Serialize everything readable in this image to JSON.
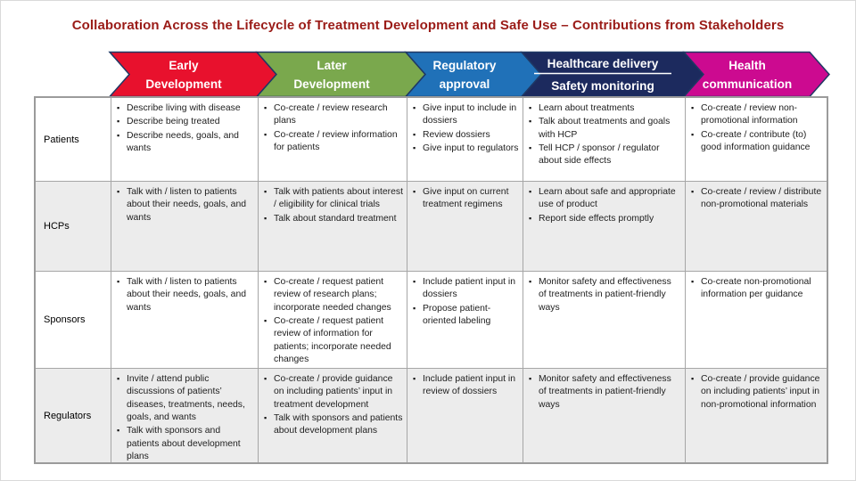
{
  "title": "Collaboration Across the Lifecycle of Treatment Development and Safe Use – Contributions from Stakeholders",
  "palette": {
    "title_text": "#9A1B17",
    "chevron_outline": "#1F3864",
    "stage_text": "#FFFFFF",
    "grid_line": "#A6A6A6",
    "outer_border": "#9B9B9B",
    "alt_row_bg": "#ECECEC",
    "body_text": "#212121"
  },
  "stages": [
    {
      "lines": [
        "Early",
        "Development"
      ],
      "color": "#E8112D"
    },
    {
      "lines": [
        "Later",
        "Development"
      ],
      "color": "#7AA84D"
    },
    {
      "lines": [
        "Regulatory",
        "approval"
      ],
      "color": "#2071B8"
    },
    {
      "lines": [
        "Healthcare delivery",
        "Safety monitoring"
      ],
      "color": "#1C2A5E",
      "divider": true
    },
    {
      "lines": [
        "Health",
        "communication"
      ],
      "color": "#CC0A90"
    }
  ],
  "table": {
    "rows": [
      {
        "label": "Patients",
        "cells": [
          {
            "items": [
              "Describe living with disease",
              "Describe being treated",
              "Describe needs, goals, and wants"
            ]
          },
          {
            "items": [
              "Co-create / review research plans",
              "Co-create / review information for patients"
            ]
          },
          {
            "items": [
              "Give input to include in dossiers",
              "Review dossiers",
              "Give input to regulators"
            ]
          },
          {
            "items": [
              "Learn about treatments",
              "Talk about treatments and goals with HCP",
              "Tell HCP / sponsor / regulator about side effects"
            ]
          },
          {
            "items": [
              "Co-create / review non-promotional information",
              "Co-create / contribute (to) good information guidance"
            ]
          }
        ]
      },
      {
        "label": "HCPs",
        "cells": [
          {
            "items": [
              "Talk with / listen to patients about their needs, goals, and wants"
            ]
          },
          {
            "items": [
              "Talk with patients about interest / eligibility for clinical trials",
              "Talk about standard treatment"
            ]
          },
          {
            "items": [
              "Give input on current treatment regimens"
            ]
          },
          {
            "items": [
              "Learn about safe and appropriate use of product",
              "Report side effects promptly"
            ]
          },
          {
            "items": [
              "Co-create / review / distribute non-promotional materials"
            ]
          }
        ]
      },
      {
        "label": "Sponsors",
        "cells": [
          {
            "items": [
              "Talk with / listen to patients about their needs, goals, and wants"
            ]
          },
          {
            "items": [
              "Co-create / request patient review of research plans; incorporate needed changes",
              "Co-create / request patient review of information for patients; incorporate needed changes"
            ]
          },
          {
            "items": [
              "Include patient input in dossiers",
              "Propose patient-oriented labeling"
            ]
          },
          {
            "items": [
              "Monitor safety and effectiveness of treatments in patient-friendly ways"
            ]
          },
          {
            "items": [
              "Co-create non-promotional information per guidance"
            ]
          }
        ]
      },
      {
        "label": "Regulators",
        "cells": [
          {
            "items": [
              "Invite / attend public discussions of patients’ diseases, treatments, needs, goals, and wants",
              "Talk with sponsors and patients about development plans"
            ]
          },
          {
            "items": [
              "Co-create / provide guidance on including patients’ input in treatment development",
              "Talk with sponsors and patients about development plans"
            ]
          },
          {
            "items": [
              "Include patient input in review of dossiers"
            ]
          },
          {
            "items": [
              "Monitor safety and effectiveness of treatments in patient-friendly ways"
            ]
          },
          {
            "items": [
              "Co-create / provide guidance on including patients’ input in non-promotional information"
            ]
          }
        ]
      }
    ]
  }
}
